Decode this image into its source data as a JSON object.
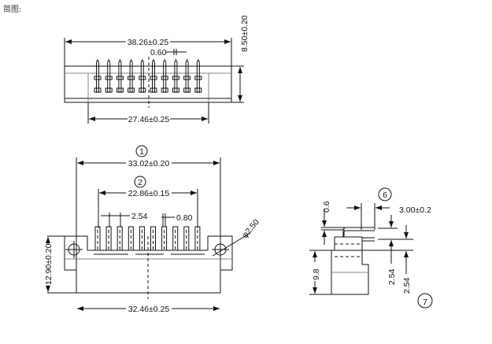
{
  "caption": "简图:",
  "top_view": {
    "overall_width": "38.26±0.25",
    "pin_width": "0.60",
    "height": "8.50±0.20",
    "inner_width": "27.46±0.25"
  },
  "front_view": {
    "callout_1": "1",
    "overall_width": "33.02±0.20",
    "callout_2": "2",
    "pin_span": "22.86±0.15",
    "pitch": "2.54",
    "pin_width": "0.80",
    "hole_diameter": "φ2.50",
    "height": "12.90±0.20",
    "base_width": "32.46±0.25"
  },
  "side_view": {
    "callout_6": "6",
    "pin_length": "3.00±0.2",
    "pin_thickness": "0.6",
    "body_height": "9.8",
    "row_pitch_1": "2.54",
    "row_pitch_2": "2.54",
    "callout_7": "7"
  }
}
